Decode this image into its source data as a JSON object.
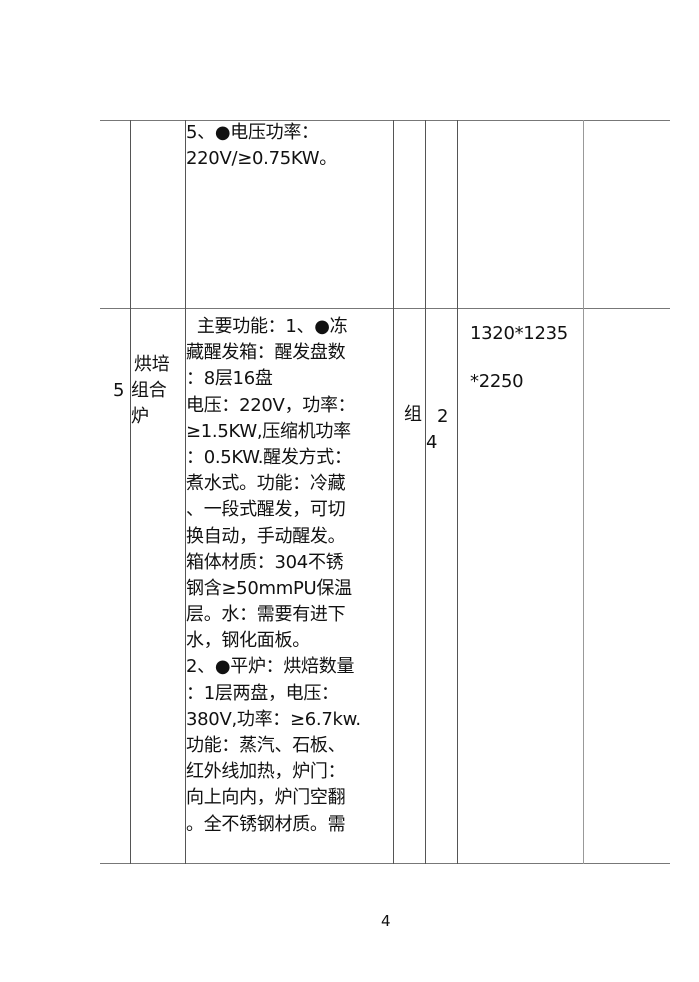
{
  "table": {
    "row_prev": {
      "description_lines": [
        "5、●电压功率：",
        "220V/≥0.75KW。"
      ]
    },
    "row_5": {
      "index": "5",
      "name_lines": [
        "烘培",
        "组合",
        "炉"
      ],
      "description_lines": [
        "  主要功能：1、●冻",
        "藏醒发箱：醒发盘数",
        "：8层16盘",
        "电压：220V，功率：",
        "≥1.5KW,压缩机功率",
        "：0.5KW.醒发方式：",
        "煮水式。功能：冷藏",
        "、一段式醒发，可切",
        "换自动，手动醒发。",
        "箱体材质：304不锈",
        "钢含≥50mmPU保温",
        "层。水：需要有进下",
        "水，钢化面板。",
        "2、●平炉：烘焙数量",
        "：1层两盘，电压：",
        "380V,功率：≥6.7kw.",
        "功能：蒸汽、石板、",
        "红外线加热，炉门：",
        "向上向内，炉门空翻",
        "。全不锈钢材质。需"
      ],
      "unit": "组",
      "quantity_lines": [
        "2",
        "4"
      ],
      "size_lines": [
        "1320*1235",
        "*2250"
      ]
    }
  },
  "footer": {
    "page_number": "4"
  }
}
